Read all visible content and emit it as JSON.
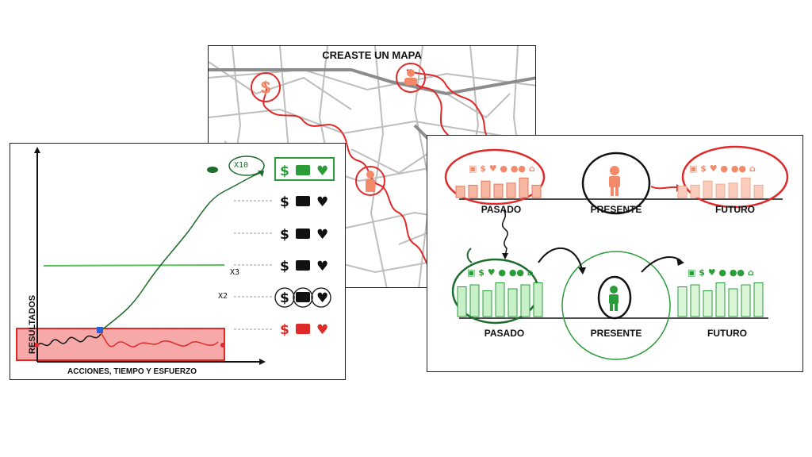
{
  "map": {
    "title": "CREASTE UN MAPA"
  },
  "growth": {
    "ylabel": "RESULTADOS",
    "xlabel": "ACCIONES, TIEMPO Y ESFUERZO",
    "annotations": {
      "x10": "X10",
      "x3": "X3",
      "x2": "X2"
    },
    "icon_rows": 6
  },
  "timeline": {
    "top": {
      "past": "PASADO",
      "present": "PRESENTE",
      "future": "FUTURO"
    },
    "bottom": {
      "past": "PASADO",
      "present": "PRESENTE",
      "future": "FUTURO"
    },
    "top_bars": [
      0.55,
      0.6,
      0.8,
      0.65,
      0.7,
      0.95,
      0.6
    ],
    "bottom_bars": [
      0.75,
      0.8,
      0.65,
      0.85,
      0.7,
      0.8,
      0.85
    ]
  },
  "colors": {
    "red": "#e02a2a",
    "salmon": "#f28a6a",
    "green": "#2a9d3a",
    "darkgreen": "#1e6b2e",
    "lightgreen": "#c8f0c8"
  }
}
